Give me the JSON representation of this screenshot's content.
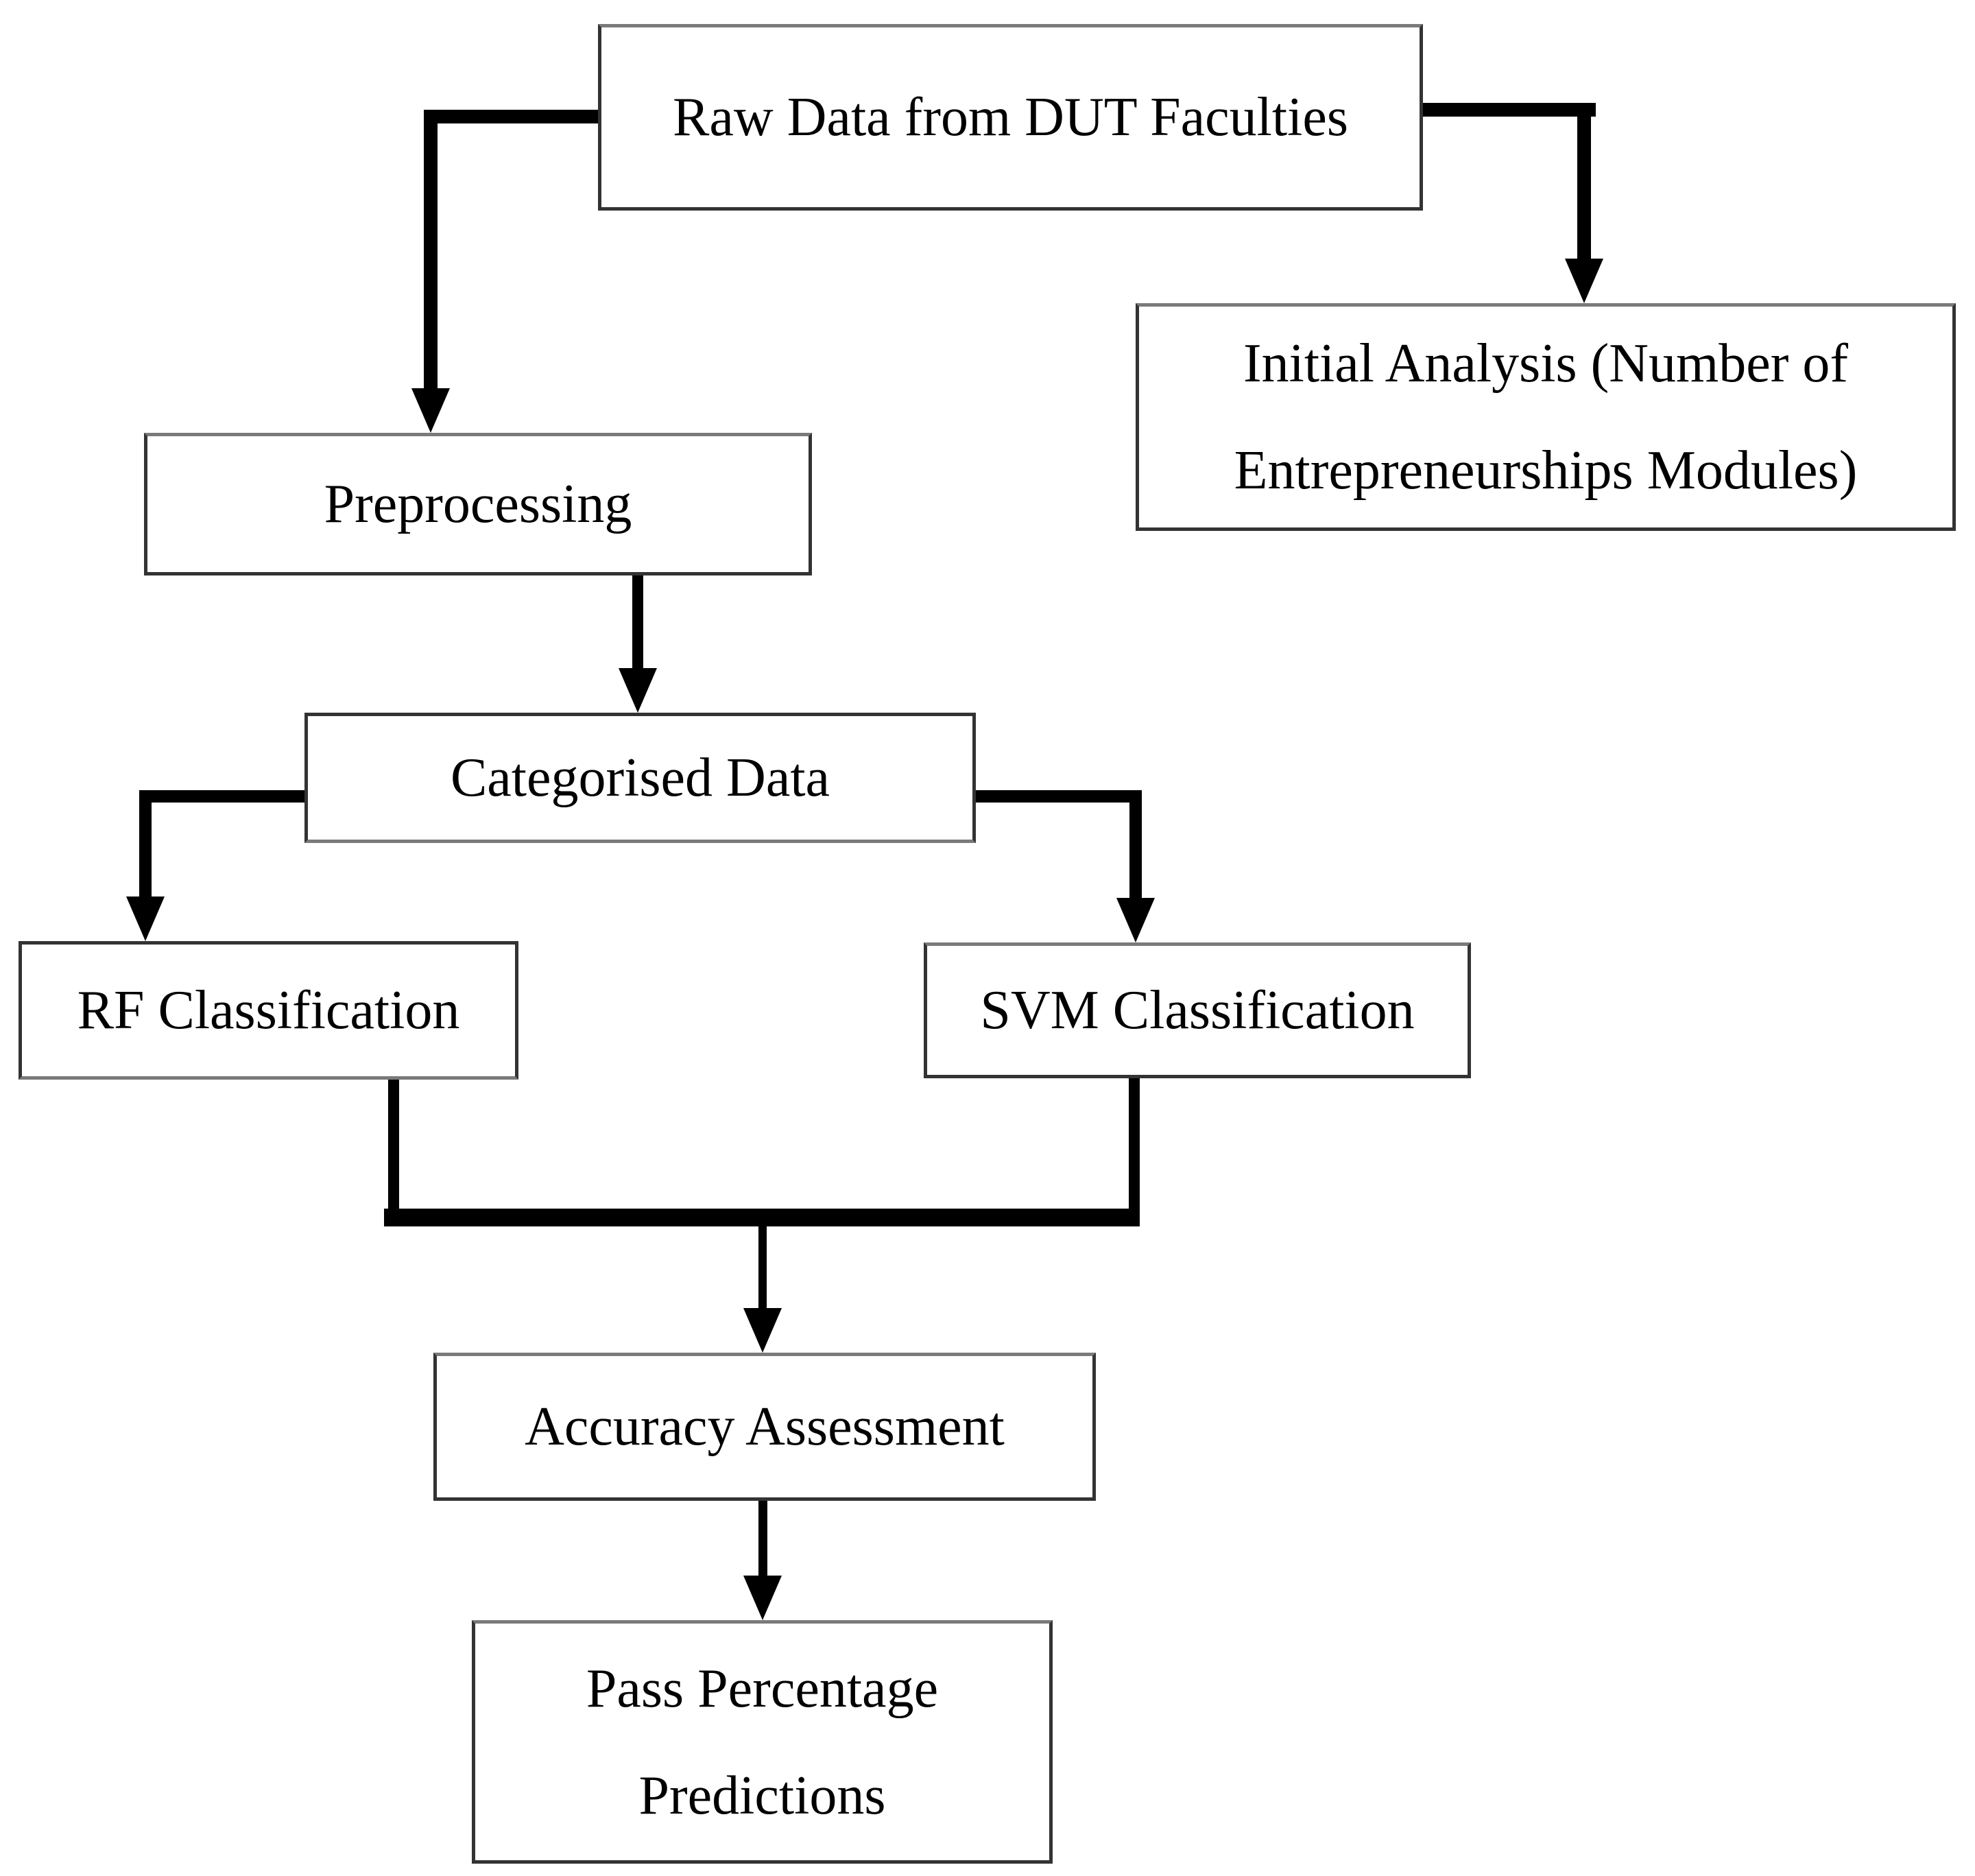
{
  "diagram": {
    "type": "flowchart",
    "colors": {
      "background": "#ffffff",
      "box_fill": "#ffffff",
      "box_border": "#333333",
      "line": "#000000",
      "text": "#000000"
    },
    "nodes": {
      "raw_data": {
        "label": "Raw Data from DUT Faculties"
      },
      "initial_analysis": {
        "line1": "Initial Analysis (Number of",
        "line2": "Entrepreneurships Modules)"
      },
      "preprocessing": {
        "label": "Preprocessing"
      },
      "categorised_data": {
        "label": "Categorised Data"
      },
      "rf_classification": {
        "label": "RF Classification"
      },
      "svm_classification": {
        "label": "SVM Classification"
      },
      "accuracy_assessment": {
        "label": "Accuracy Assessment"
      },
      "pass_percentage": {
        "line1": "Pass Percentage",
        "line2": "Predictions"
      }
    },
    "edges": [
      {
        "from": "raw_data",
        "to": "preprocessing",
        "style": "elbow-left"
      },
      {
        "from": "raw_data",
        "to": "initial_analysis",
        "style": "elbow-right"
      },
      {
        "from": "preprocessing",
        "to": "categorised_data",
        "style": "straight-down"
      },
      {
        "from": "categorised_data",
        "to": "rf_classification",
        "style": "elbow-left"
      },
      {
        "from": "categorised_data",
        "to": "svm_classification",
        "style": "elbow-right"
      },
      {
        "from": "rf_classification",
        "to": "accuracy_assessment",
        "style": "merge"
      },
      {
        "from": "svm_classification",
        "to": "accuracy_assessment",
        "style": "merge"
      },
      {
        "from": "accuracy_assessment",
        "to": "pass_percentage",
        "style": "straight-down"
      }
    ]
  }
}
